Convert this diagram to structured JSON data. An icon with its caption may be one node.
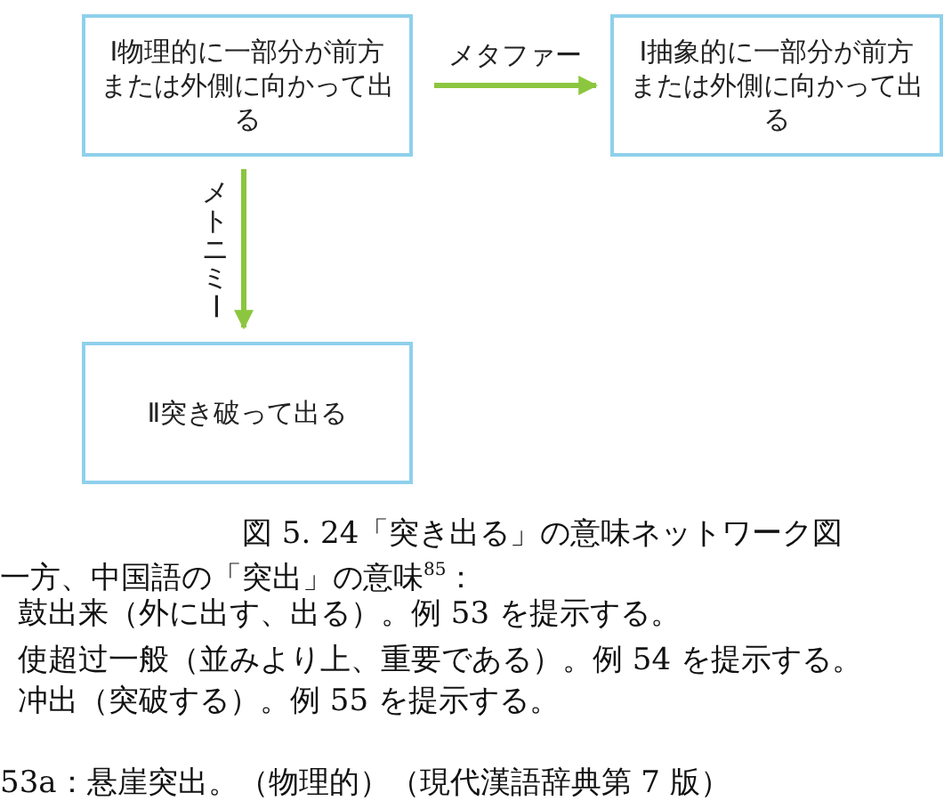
{
  "diagram": {
    "caption": "図 5. 24「突き出る」の意味ネットワーク図",
    "nodes": [
      {
        "text": [
          "Ⅰ物理的に一部分が前方または外側に向かって出る"
        ]
      },
      {
        "text": [
          "Ⅰ抽象的に一部分が前方または外側に向かって出る"
        ]
      },
      {
        "text": [
          "Ⅱ突き破って出る"
        ]
      }
    ],
    "edges": [
      {
        "from": 0,
        "to": 1,
        "arrow": "to",
        "label": "メタファー"
      },
      {
        "from": 0,
        "to": 2,
        "arrow": "to",
        "label": "メトニミー"
      }
    ],
    "labels": [
      "一方、中国語の「突出」の意味$^{85}$：",
      "鼓出来（外に出す、出る）。例 53 を提示する。",
      "使超过一般（並みより上、重要である）。例 54 を提示する。",
      "冲出（突破する）。例 55 を提示する。",
      "53a：悬崖突出。（物理的）（現代漢語辞典第 7 版）"
    ]
  }
}
